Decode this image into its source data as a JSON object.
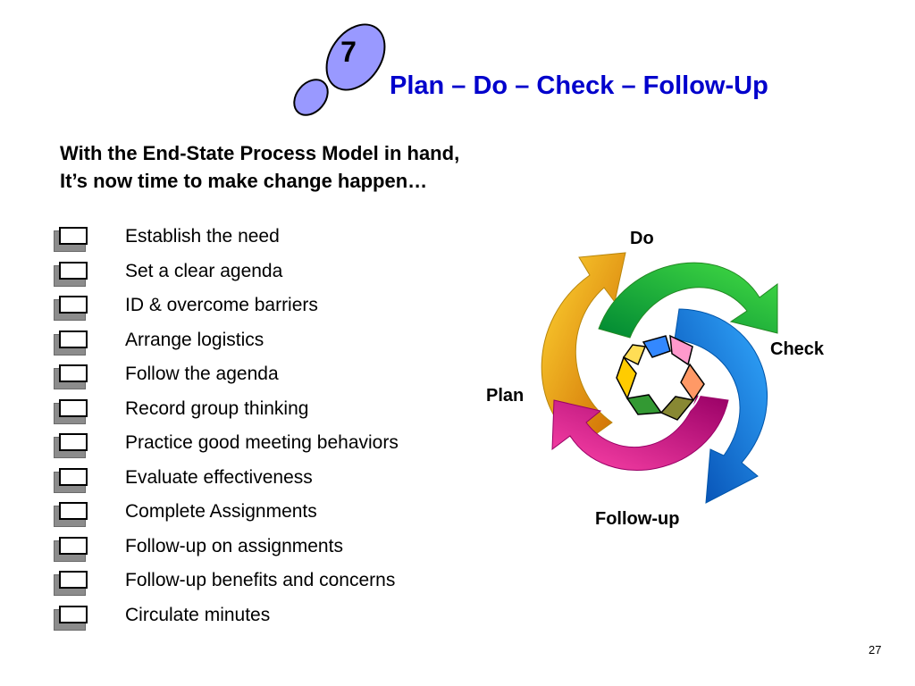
{
  "header": {
    "step_number": "7",
    "title": "Plan – Do – Check – Follow-Up"
  },
  "subtitle": {
    "line1": "With the End-State Process Model in hand,",
    "line2": "It’s now time to make change happen…"
  },
  "checklist": {
    "items": [
      "Establish the need",
      "Set a clear agenda",
      "ID & overcome barriers",
      "Arrange logistics",
      "Follow the agenda",
      "Record group thinking",
      "Practice good meeting behaviors",
      "Evaluate effectiveness",
      "Complete Assignments",
      "Follow-up on assignments",
      "Follow-up benefits and concerns",
      "Circulate minutes"
    ]
  },
  "cycle": {
    "do_label": "Do",
    "check_label": "Check",
    "plan_label": "Plan",
    "followup_label": "Follow-up"
  },
  "footer": {
    "page_number": "27"
  },
  "colors": {
    "title": "#0000cc",
    "footprint": "#9999ff",
    "arrow_plan": "#ffcc00",
    "arrow_do": "#33cc33",
    "arrow_check": "#1a8cff",
    "arrow_followup": "#ff3399"
  }
}
